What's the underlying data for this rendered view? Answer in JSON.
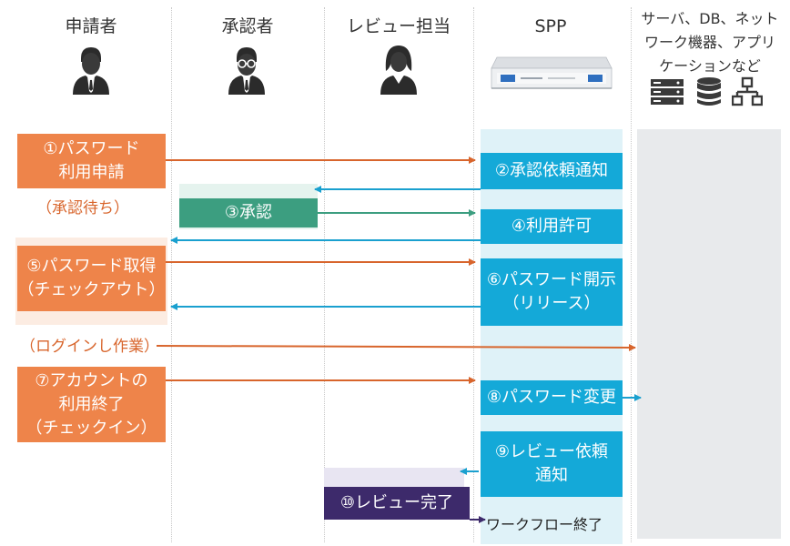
{
  "lanes": {
    "applicant": "申請者",
    "approver": "承認者",
    "reviewer": "レビュー担当",
    "spp": "SPP",
    "external": "サーバ、DB、ネット\nワーク機器、アプリ\nケーションなど"
  },
  "icons": {
    "applicant": "person-tie-icon",
    "approver": "person-glasses-icon",
    "reviewer": "woman-icon",
    "spp": "rack-appliance-icon",
    "servers": "server-icon",
    "database": "database-icon",
    "network": "network-icon"
  },
  "steps": {
    "s1": "①パスワード\n利用申請",
    "s2": "②承認依頼通知",
    "s3": "③承認",
    "s4": "④利用許可",
    "s5": "⑤パスワード取得\n（チェックアウト）",
    "s6": "⑥パスワード開示\n（リリース）",
    "s7": "⑦アカウントの\n利用終了\n（チェックイン）",
    "s8": "⑧パスワード変更",
    "s9": "⑨レビュー依頼\n通知",
    "s10": "⑩レビュー完了"
  },
  "notes": {
    "waiting": "（承認待ち）",
    "login": "（ログインし作業）",
    "workflow_end": "ワークフロー終了"
  },
  "colors": {
    "orange": "#ee844a",
    "blue": "#14a9d8",
    "green": "#3c9e80",
    "purple": "#3d2a6b",
    "arrow_orange": "#d8652c",
    "arrow_blue": "#1aa0cf",
    "arrow_green": "#3c9e80",
    "arrow_dark": "#3d2a6b",
    "panel_light_blue": "#dff2f8",
    "panel_peach": "#fcece2",
    "panel_mint": "#e5f3ee",
    "panel_lavender": "#e8e5f2",
    "panel_gray": "#e8eaec"
  }
}
